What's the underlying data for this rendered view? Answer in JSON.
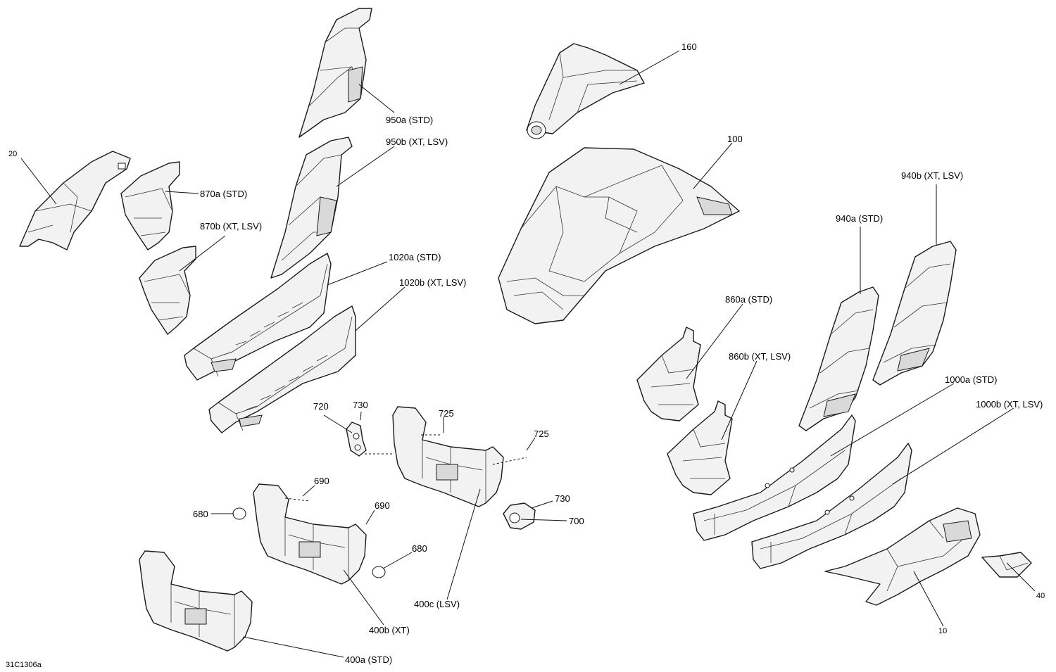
{
  "diagram_id": "31C1306a",
  "callouts": {
    "c160": "160",
    "c100": "100",
    "c950a": "950a (STD)",
    "c950b": "950b (XT, LSV)",
    "c20": "20",
    "c870a": "870a (STD)",
    "c870b": "870b (XT, LSV)",
    "c1020a": "1020a (STD)",
    "c1020b": "1020b (XT, LSV)",
    "c940b": "940b (XT, LSV)",
    "c940a": "940a (STD)",
    "c860a": "860a (STD)",
    "c860b": "860b (XT, LSV)",
    "c1000a": "1000a (STD)",
    "c1000b": "1000b (XT, LSV)",
    "c720": "720",
    "c730a": "730",
    "c725a": "725",
    "c725b": "725",
    "c730b": "730",
    "c700": "700",
    "c690a": "690",
    "c690b": "690",
    "c680a": "680",
    "c680b": "680",
    "c400c": "400c (LSV)",
    "c400b": "400b (XT)",
    "c400a": "400a (STD)",
    "c40": "40",
    "c10": "10"
  }
}
